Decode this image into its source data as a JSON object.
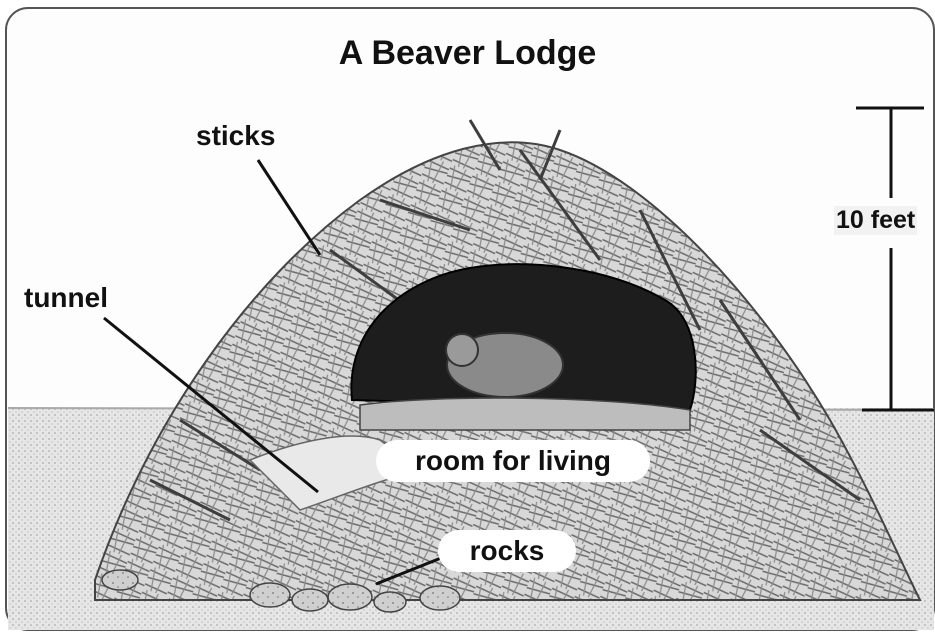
{
  "title": "A Beaver Lodge",
  "labels": {
    "sticks": "sticks",
    "tunnel": "tunnel",
    "room": "room for living",
    "rocks": "rocks",
    "height": "10 feet"
  }
}
